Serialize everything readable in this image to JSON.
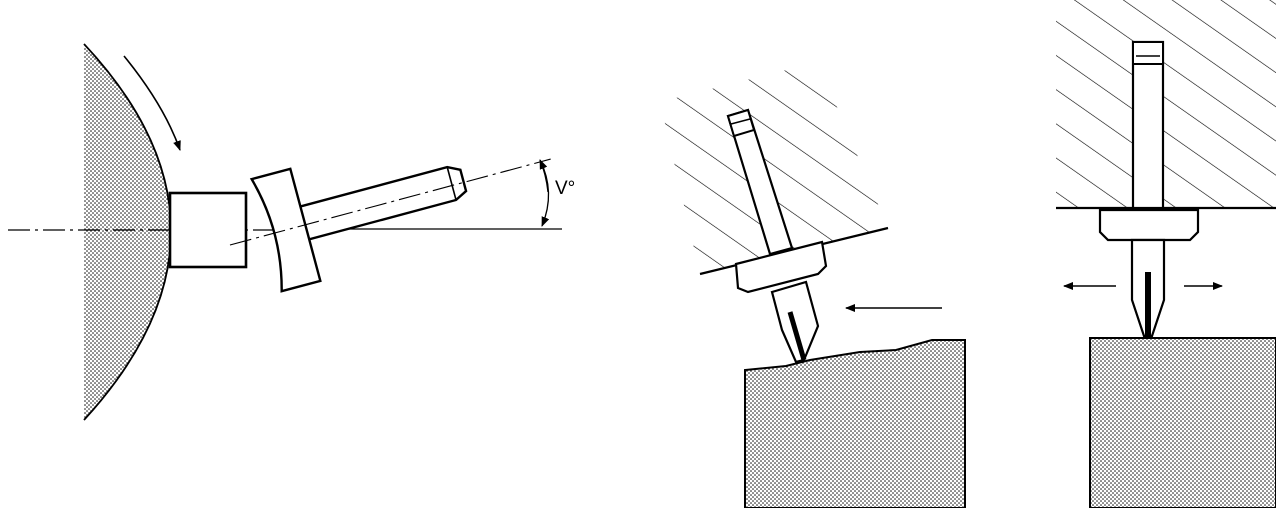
{
  "figures": [
    {
      "id": "fig-grinding-setup",
      "angle_label": "V°"
    },
    {
      "id": "fig-tilted-cutting"
    },
    {
      "id": "fig-vertical-cutting"
    }
  ],
  "colors": {
    "line": "#000000",
    "background": "#ffffff"
  }
}
